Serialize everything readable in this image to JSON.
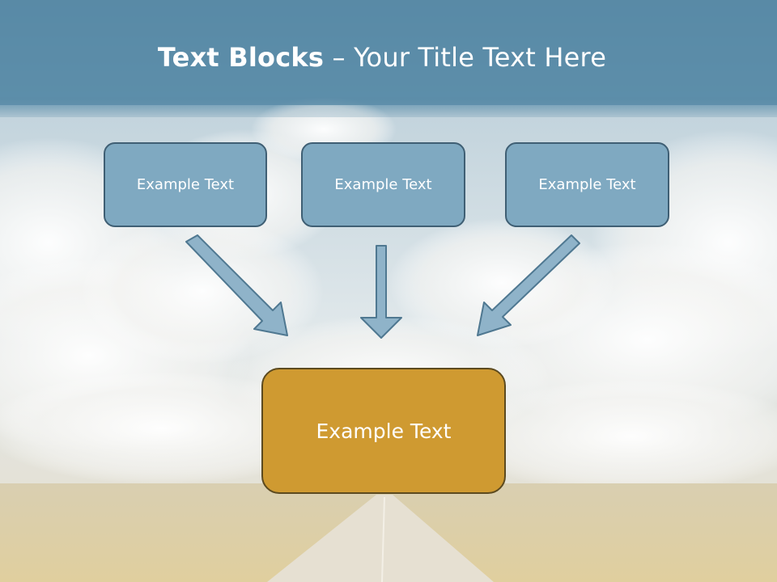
{
  "title": {
    "bold": "Text Blocks",
    "separator": " – ",
    "rest": "Your Title Text Here"
  },
  "boxes": [
    {
      "label": "Example Text"
    },
    {
      "label": "Example Text"
    },
    {
      "label": "Example Text"
    }
  ],
  "main_box": {
    "label": "Example Text"
  },
  "colors": {
    "box_fill": "#7fa9c1",
    "box_border": "#3f5f74",
    "main_fill": "#cf9a31",
    "main_border": "#5c4a1f",
    "arrow_fill": "#8fb3c9",
    "header_band": "#5d8ea9"
  }
}
